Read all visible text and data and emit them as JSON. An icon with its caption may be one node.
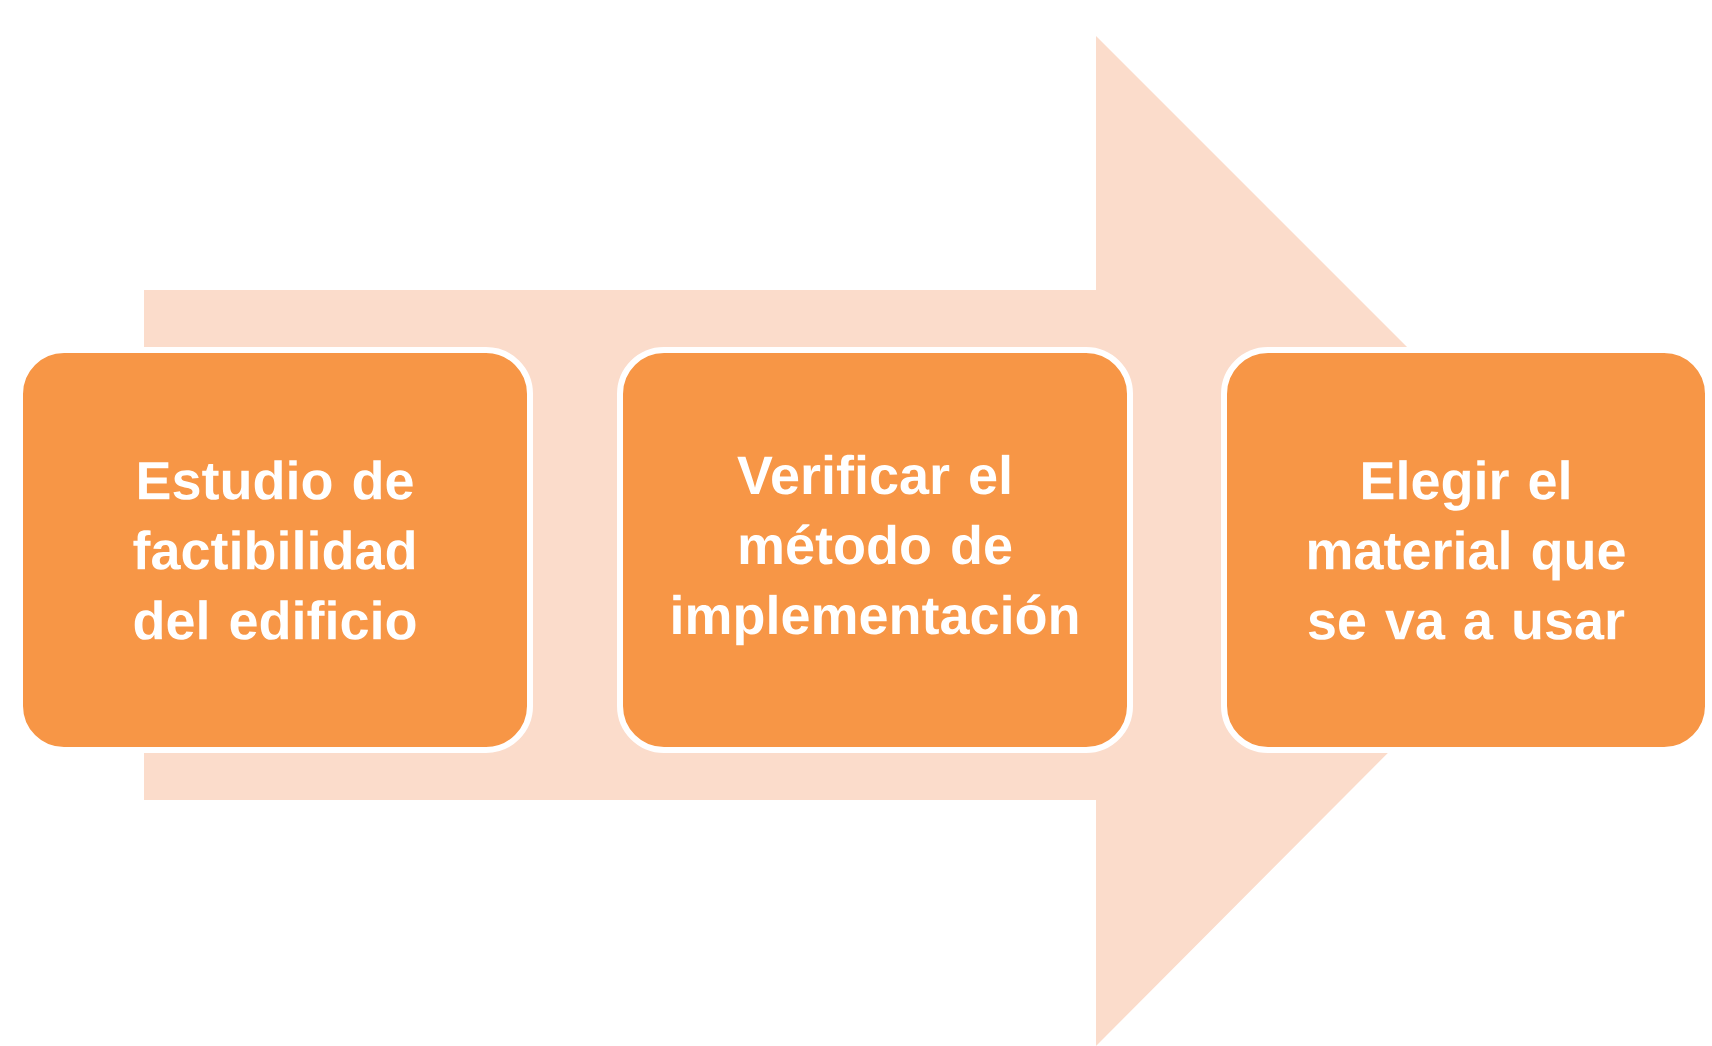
{
  "diagram": {
    "nodes": [
      {
        "text": [
          "Estudio de factibilidad del edificio"
        ]
      },
      {
        "text": [
          "Verificar el método de implementación"
        ]
      },
      {
        "text": [
          "Elegir el material que se va a usar"
        ]
      }
    ],
    "edges": [
      {
        "from": 0,
        "to": 2,
        "arrow": "to"
      }
    ]
  }
}
